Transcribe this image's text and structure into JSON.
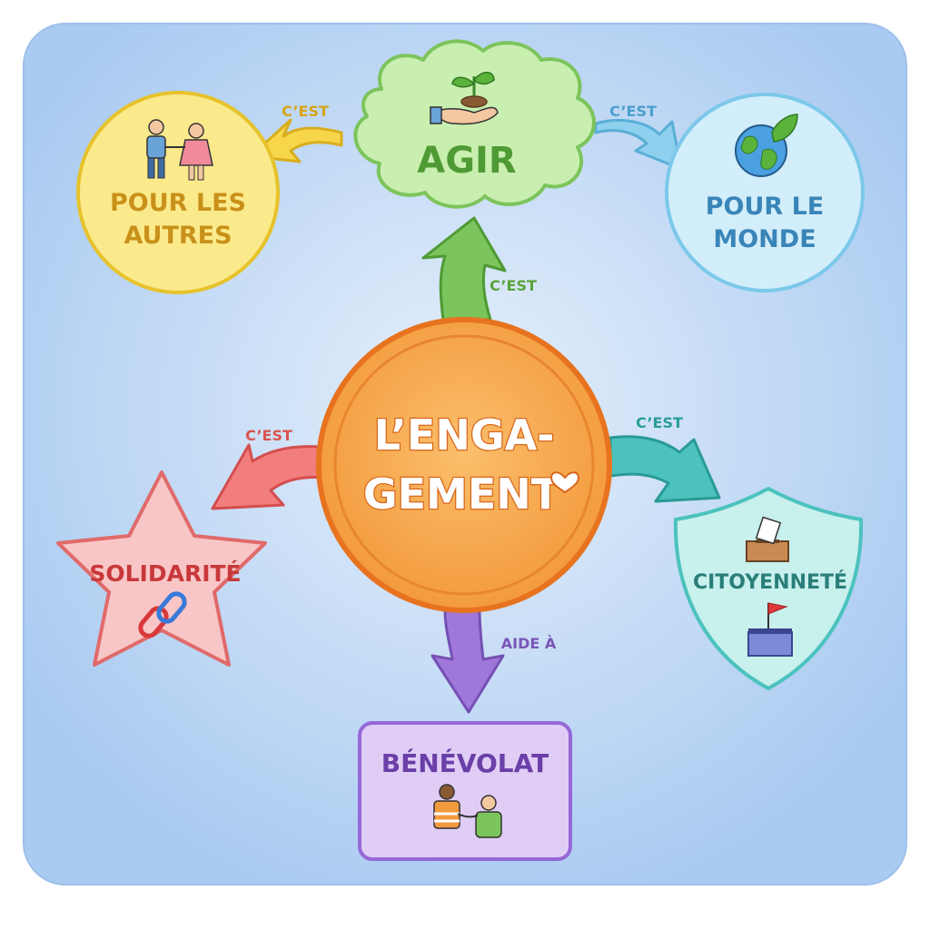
{
  "center": {
    "line1": "L’ENGA-",
    "line2": "GEMENT"
  },
  "nodes": {
    "agir": {
      "label": "AGIR"
    },
    "pour_les_autres": {
      "line1": "POUR LES",
      "line2": "AUTRES"
    },
    "pour_le_monde": {
      "line1": "POUR LE",
      "line2": "MONDE"
    },
    "solidarite": {
      "label": "SOLIDARITÉ"
    },
    "citoyennete": {
      "label": "CITOYENNETÉ"
    },
    "benevolat": {
      "label": "BÉNÉVOLAT"
    }
  },
  "edges": {
    "center_to_agir": "C’EST",
    "agir_to_autres": "C’EST",
    "agir_to_monde": "C’EST",
    "center_to_solidarite": "C’EST",
    "center_to_citoyennete": "C’EST",
    "center_to_benevolat": "AIDE À"
  },
  "colors": {
    "background": "#bcd8f7",
    "center": "#f7a24a",
    "agir": "#c9efb0",
    "autres": "#fbea8c",
    "monde": "#d2eefa",
    "solidarite": "#f8c6c6",
    "citoyennete": "#c8f0ec",
    "benevolat": "#e0cdf5"
  },
  "icons": [
    "people-icon",
    "hand-plant-icon",
    "globe-leaf-icon",
    "chain-link-icon",
    "ballot-box-icon",
    "flag-box-icon",
    "volunteers-icon",
    "heart-icon"
  ]
}
